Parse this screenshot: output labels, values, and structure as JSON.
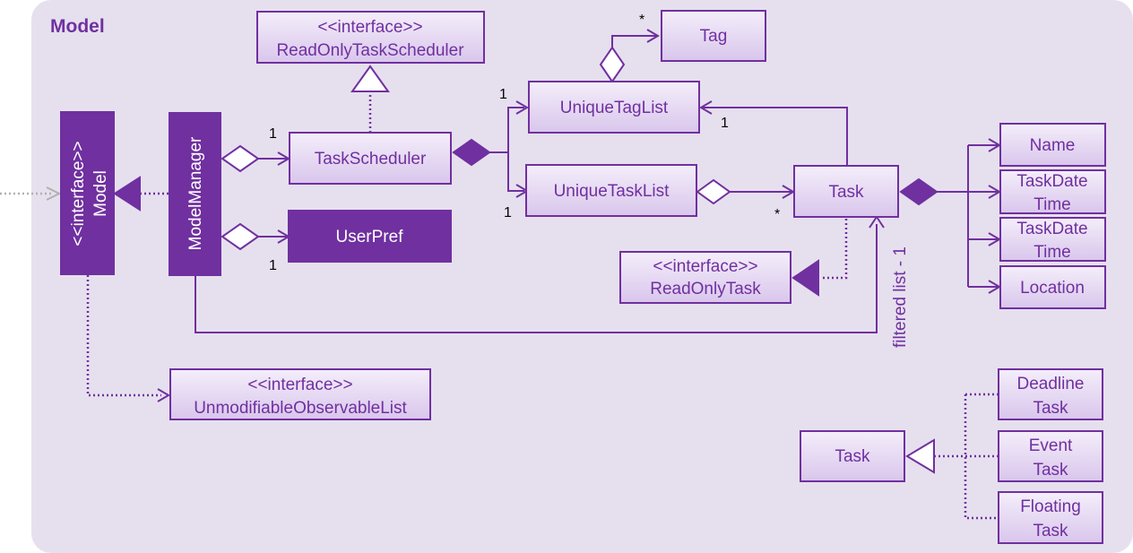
{
  "title": "Model",
  "boxes": {
    "model": {
      "stereotype": "<<interface>>",
      "name": "Model"
    },
    "model_manager": {
      "name": "ModelManager"
    },
    "read_only_task_scheduler": {
      "stereotype": "<<interface>>",
      "name": "ReadOnlyTaskScheduler"
    },
    "task_scheduler": {
      "name": "TaskScheduler"
    },
    "user_pref": {
      "name": "UserPref"
    },
    "unique_tag_list": {
      "name": "UniqueTagList"
    },
    "tag": {
      "name": "Tag"
    },
    "unique_task_list": {
      "name": "UniqueTaskList"
    },
    "task": {
      "name": "Task"
    },
    "read_only_task": {
      "stereotype": "<<interface>>",
      "name": "ReadOnlyTask"
    },
    "unmodifiable_observable_list": {
      "stereotype": "<<interface>>",
      "name": "UnmodifiableObservableList"
    },
    "name": {
      "name": "Name"
    },
    "task_date_time_1": {
      "line1": "TaskDate",
      "line2": "Time"
    },
    "task_date_time_2": {
      "line1": "TaskDate",
      "line2": "Time"
    },
    "location": {
      "name": "Location"
    },
    "task_base": {
      "name": "Task"
    },
    "deadline_task": {
      "line1": "Deadline",
      "line2": "Task"
    },
    "event_task": {
      "line1": "Event",
      "line2": "Task"
    },
    "floating_task": {
      "line1": "Floating",
      "line2": "Task"
    }
  },
  "multiplicities": {
    "manager_scheduler": "1",
    "manager_userpref": "1",
    "scheduler_taglist": "1",
    "scheduler_tasklist": "1",
    "tag_many": "*",
    "task_taglist": "1",
    "tasklist_task": "*"
  },
  "labels": {
    "filtered_list": "filtered list - 1"
  }
}
